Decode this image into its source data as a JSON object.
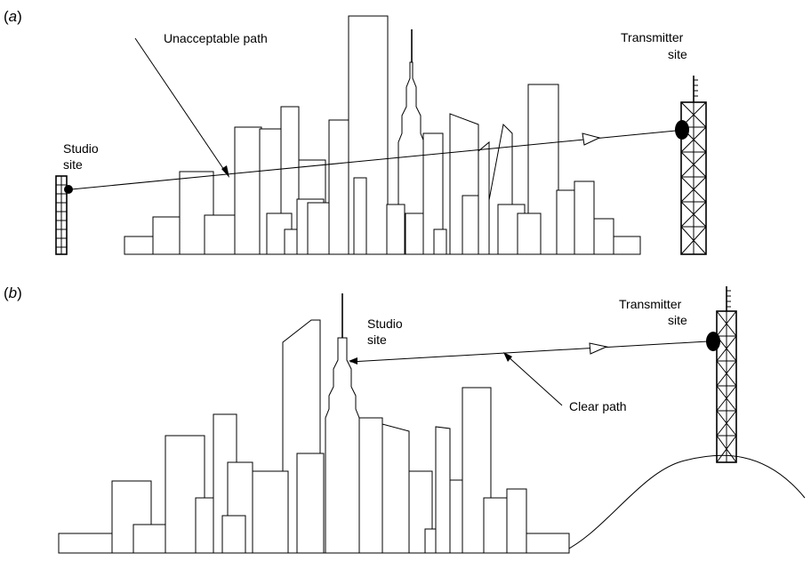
{
  "panel_a": {
    "label_open": "(",
    "label_letter": "a",
    "label_close": ")",
    "studio_line1": "Studio",
    "studio_line2": "site",
    "transmitter_line1": "Transmitter",
    "transmitter_line2": "site",
    "path_label": "Unacceptable path"
  },
  "panel_b": {
    "label_open": "(",
    "label_letter": "b",
    "label_close": ")",
    "studio_line1": "Studio",
    "studio_line2": "site",
    "transmitter_line1": "Transmitter",
    "transmitter_line2": "site",
    "path_label": "Clear path"
  },
  "colors": {
    "ink": "#000000",
    "background": "#ffffff"
  }
}
